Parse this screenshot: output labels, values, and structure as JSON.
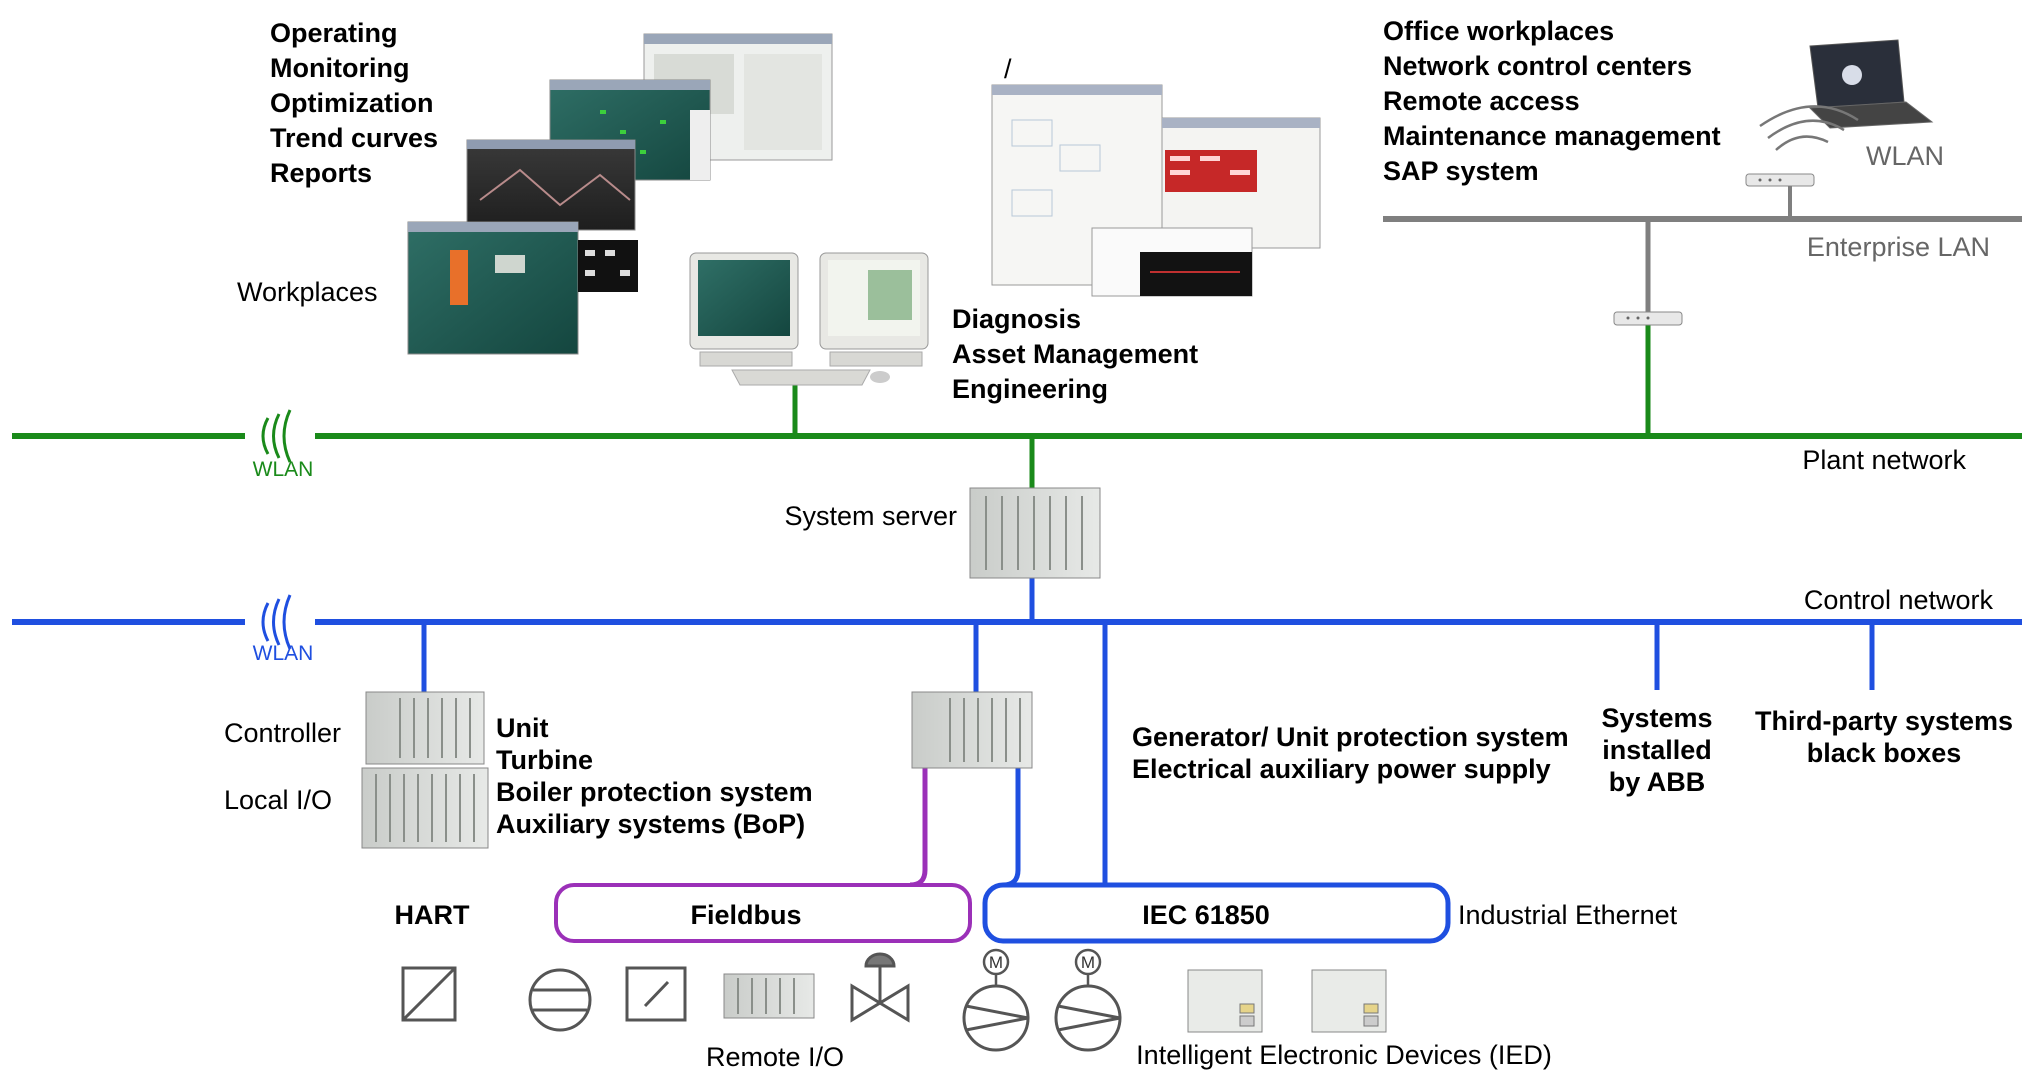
{
  "workplaces": {
    "functions": [
      "Operating",
      "Monitoring",
      "Optimization",
      "Trend curves",
      "Reports"
    ],
    "label": "Workplaces"
  },
  "engineering": {
    "slash": "/",
    "functions": [
      "Diagnosis",
      "Asset Management",
      "Engineering"
    ]
  },
  "office": {
    "functions": [
      "Office workplaces",
      "Network control centers",
      "Remote access",
      "Maintenance management",
      "SAP system"
    ],
    "wlan": "WLAN",
    "lan_label": "Enterprise LAN"
  },
  "networks": {
    "plant": {
      "label": "Plant network",
      "wlan": "WLAN",
      "color": "#1a8a1a"
    },
    "control": {
      "label": "Control network",
      "wlan": "WLAN",
      "color": "#1f4fe0"
    },
    "enterprise_color": "#7f7f7f"
  },
  "server": {
    "label": "System server"
  },
  "controller": {
    "controller_label": "Controller",
    "io_label": "Local I/O",
    "functions": [
      "Unit",
      "Turbine",
      "Boiler protection system",
      "Auxiliary systems (BoP)"
    ]
  },
  "protection": {
    "lines": [
      "Generator/ Unit protection system",
      "Electrical auxiliary power supply"
    ]
  },
  "abb_systems": {
    "lines": [
      "Systems",
      "installed",
      "by ABB"
    ]
  },
  "third_party": {
    "lines": [
      "Third-party systems",
      "black boxes"
    ]
  },
  "fieldbus": {
    "hart": "HART",
    "fieldbus": "Fieldbus",
    "iec": "IEC 61850",
    "industrial_ethernet": "Industrial Ethernet",
    "fieldbus_color": "#9b30b8",
    "remote_io": "Remote I/O",
    "motor_symbol": "M",
    "ied": "Intelligent Electronic Devices (IED)"
  }
}
